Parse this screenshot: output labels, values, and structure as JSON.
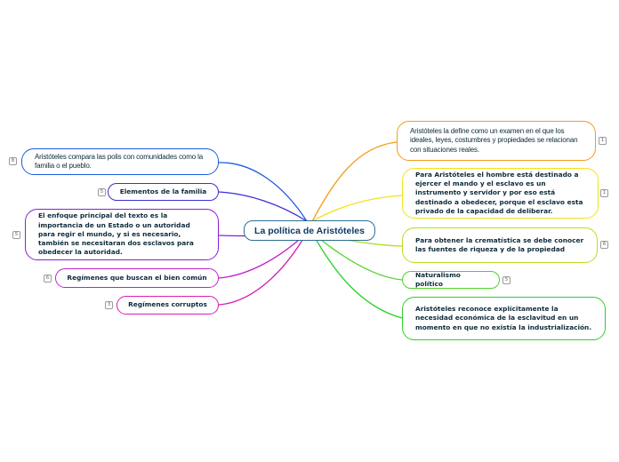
{
  "colors": {
    "center_border": "#2a6f97",
    "orange": "#f39c1a",
    "yellow": "#f2e21a",
    "green_yellow": "#b6dd22",
    "green": "#4ed42a",
    "green_bright": "#2ccf2c",
    "blue": "#1e5be0",
    "indigo": "#3b2fd9",
    "purple": "#8a1fd6",
    "magenta": "#c21fd1",
    "pink": "#d61fb0"
  },
  "central_topic": "La política de Aristóteles",
  "right_branches": [
    {
      "text": "Aristóteles la define como un examen en el que los ideales, leyes, costumbres y propiedades se relacionan con situaciones reales.",
      "badge": "1"
    },
    {
      "text": "Para Aristóteles el hombre está destinado a ejercer el mando y el esclavo es un instrumento y servidor y por eso está destinado a obedecer, porque el esclavo esta privado de la capacidad de deliberar.",
      "badge": "1"
    },
    {
      "text": "Para obtener la crematística se debe conocer las fuentes de riqueza y de la propiedad",
      "badge": "6"
    },
    {
      "text": "Naturalismo político",
      "badge": "5"
    },
    {
      "text": "Aristóteles reconoce explícitamente la necesidad económica de la esclavitud en un momento en que no existía la industrialización.",
      "badge": ""
    }
  ],
  "left_branches": [
    {
      "text": "Aristóteles compara las polis con comunidades como la familia o el pueblo.",
      "badge": "8"
    },
    {
      "text": "Elementos de la familia",
      "badge": "5"
    },
    {
      "text": "El enfoque principal del texto es la importancia de un Estado o un autoridad para regir el mundo, y si es necesario, también se necesitaran dos esclavos para obedecer la autoridad.",
      "badge": "5"
    },
    {
      "text": "Regímenes que buscan el bien común",
      "badge": "6"
    },
    {
      "text": "Regímenes corruptos",
      "badge": "3"
    }
  ]
}
